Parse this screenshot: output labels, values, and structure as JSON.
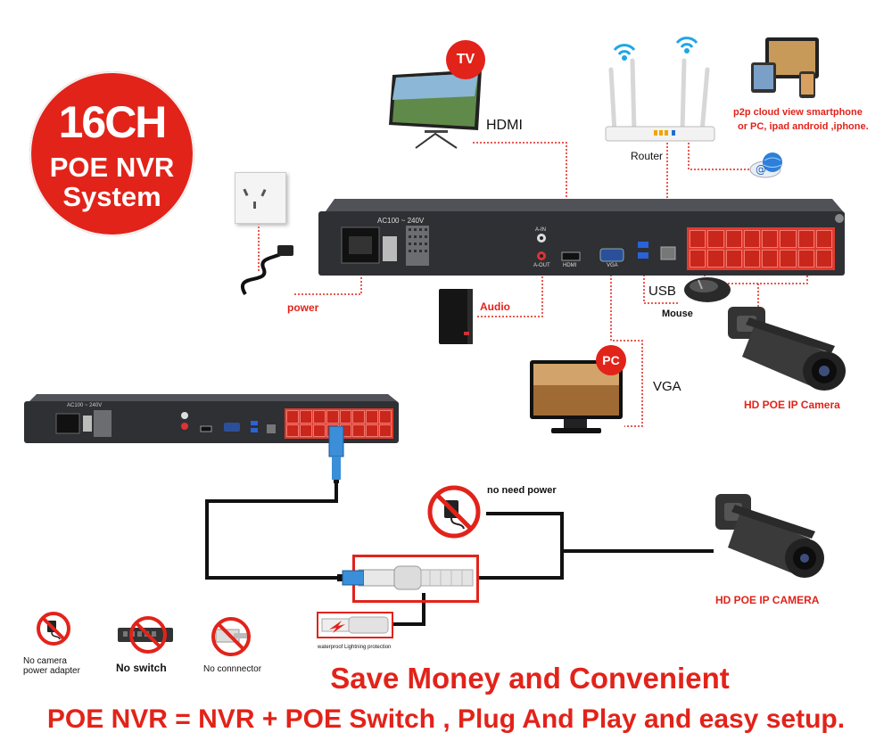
{
  "badge": {
    "line1": "16CH",
    "line2": "POE NVR",
    "line3": "System"
  },
  "labels": {
    "tv": "TV",
    "hdmi": "HDMI",
    "router": "Router",
    "p2p_line1": "p2p cloud  view smartphone",
    "p2p_line2": "or PC, ipad android ,iphone.",
    "power": "power",
    "audio": "Audio",
    "usb": "USB",
    "mouse": "Mouse",
    "pc": "PC",
    "vga": "VGA",
    "hd_poe_camera": "HD POE IP Camera",
    "no_need_power": "no need power",
    "hd_poe_camera_upper": "HD POE IP CAMERA",
    "waterproof": "waterproof Lightning protection",
    "no_camera_power_line1": "No camera",
    "no_camera_power_line2": "power adapter",
    "no_switch": "No switch",
    "no_connector": "No connnector"
  },
  "nvr_panel": {
    "ac_label": "AC100 ~ 240V",
    "port_hdmi": "HDMI",
    "port_vga": "VGA",
    "port_audio_in": "A-IN",
    "port_audio_out": "A-OUT"
  },
  "footer": {
    "headline": "Save Money and Convenient",
    "tagline": "POE NVR = NVR + POE Switch , Plug And Play and easy setup."
  },
  "colors": {
    "accent_red": "#e2231a",
    "poe_port_red": "#e03b2f",
    "nvr_body": "#2f3034",
    "wire_black": "#111111"
  }
}
